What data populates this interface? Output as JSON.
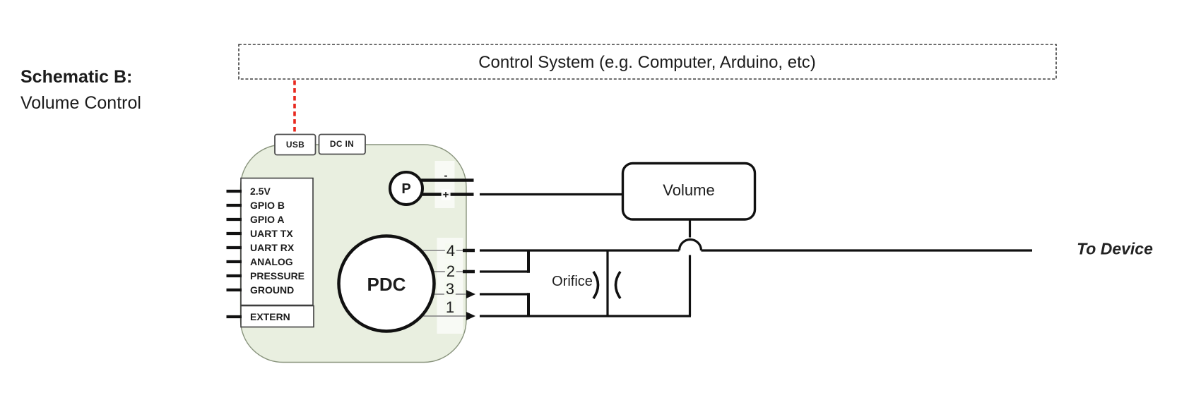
{
  "title": {
    "heading": "Schematic B:",
    "subheading": "Volume Control"
  },
  "control_system": {
    "label": "Control System (e.g. Computer, Arduino, etc)"
  },
  "pdc_board": {
    "usb_label": "USB",
    "dc_in_label": "DC IN",
    "pins": [
      "2.5V",
      "GPIO B",
      "GPIO A",
      "UART TX",
      "UART RX",
      "ANALOG",
      "PRESSURE",
      "GROUND"
    ],
    "extern_label": "EXTERN",
    "pressure_sensor": {
      "label": "P",
      "ports": {
        "minus": "-",
        "plus": "+"
      }
    },
    "pump": {
      "label": "PDC",
      "ports": [
        "4",
        "2",
        "3",
        "1"
      ]
    }
  },
  "flow_path": {
    "orifice_label": "Orifice",
    "volume_label": "Volume",
    "to_device_label": "To Device"
  },
  "colors": {
    "board_fill": "#e9efe0",
    "board_border": "#89947d",
    "line": "#111111",
    "feeder_line": "#8f8f8f",
    "usb_dashed_line": "#e8281e",
    "control_box_border": "#3f3f3f",
    "text": "#1c1c1c"
  }
}
